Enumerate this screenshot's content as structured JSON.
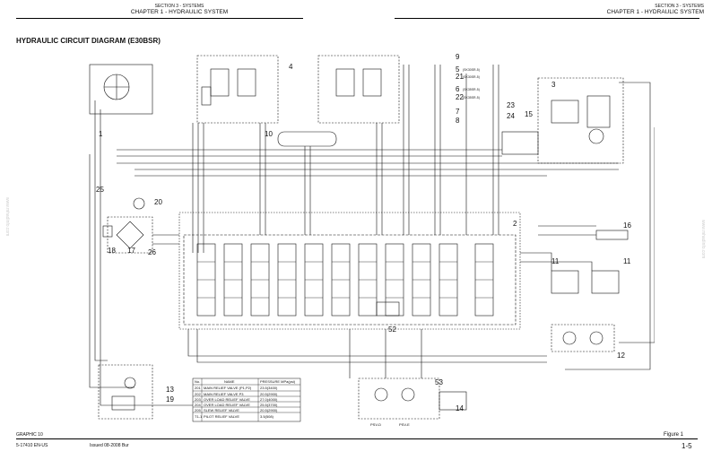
{
  "header_left": {
    "section": "SECTION 3 - SYSTEMS",
    "chapter": "CHAPTER 1 - HYDRAULIC SYSTEM"
  },
  "header_right": {
    "section": "SECTION 3 - SYSTEMS",
    "chapter": "CHAPTER 1 - HYDRAULIC SYSTEM"
  },
  "title": "HYDRAULIC CIRCUIT DIAGRAM (E30BSR)",
  "callouts": [
    "1",
    "2",
    "3",
    "4",
    "5",
    "6",
    "7",
    "8",
    "9",
    "10",
    "11",
    "11",
    "12",
    "13",
    "14",
    "15",
    "16",
    "17",
    "18",
    "19",
    "20",
    "21",
    "22",
    "23",
    "24",
    "25",
    "26",
    "52",
    "53"
  ],
  "model_notes": {
    "n21": "(SK30SR-5)",
    "n22": "(SK35SR-5)",
    "n5": "(SK30SR-5)",
    "n6": "(SK35SR-5)"
  },
  "pump_labels": {
    "psv_d": "PSV-D",
    "psv_e": "PSV-E"
  },
  "relief_table": {
    "headers": [
      "No.",
      "NAME",
      "PRESSURE MPa(psi)"
    ],
    "rows": [
      [
        "201",
        "MAIN RELIEF VALVE (P1,P2)",
        "23.5(3400)"
      ],
      [
        "202",
        "MAIN RELIEF VALVE P3",
        "20.5(2900)"
      ],
      [
        "203",
        "OVER LOAD RELIEF VALVE",
        "27.0(4000)"
      ],
      [
        "204",
        "OVER LOAD RELIEF VALVE",
        "25.5(3700)"
      ],
      [
        "205",
        "SLEW RELIEF VALVE",
        "20.5(2900)"
      ],
      [
        "T1-1",
        "PILOT RELIEF VALVE",
        "3.5(508)"
      ]
    ]
  },
  "footer": {
    "graphic": "GRAPHIC 10",
    "doc": "5-17410 EN-US",
    "issued": "Issued 08-2008  Bur",
    "figure": "Figure 1",
    "page": "1-5"
  },
  "side_marks": {
    "left": "www.mhadinfo.com",
    "right": "www.mhadinfo.com"
  }
}
